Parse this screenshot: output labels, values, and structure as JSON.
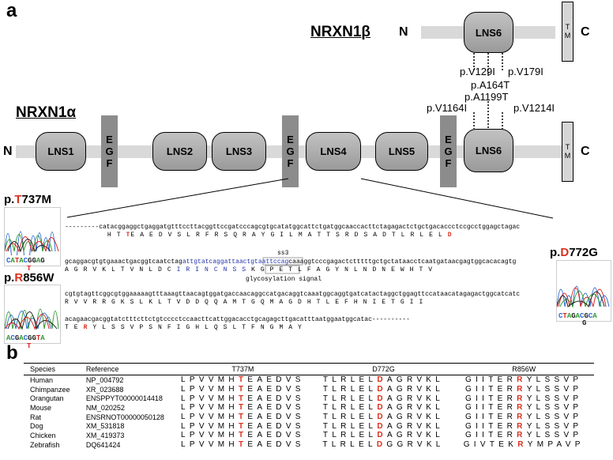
{
  "panel_a": {
    "letter": "a",
    "beta": {
      "title_prefix": "NRXN1",
      "title_greek": "β",
      "n_term": "N",
      "c_term": "C",
      "domain": "LNS6",
      "tm": [
        "T",
        "M"
      ],
      "variants": [
        "p.V129I",
        "p.A164T",
        "p.V179I"
      ]
    },
    "alpha": {
      "title_prefix": "NRXN1",
      "title_greek": "α",
      "n_term": "N",
      "c_term": "C",
      "domains": [
        "LNS1",
        "LNS2",
        "LNS3",
        "LNS4",
        "LNS5",
        "LNS6"
      ],
      "egf": [
        "E",
        "G",
        "F"
      ],
      "tm": [
        "T",
        "M"
      ],
      "variants": [
        "p.A1199T",
        "p.V1164I",
        "p.V1214I"
      ]
    },
    "mutations": {
      "t737m": {
        "prefix": "p.",
        "ref": "T",
        "rest": "737M",
        "bases": [
          "C",
          "A",
          "T",
          "A",
          "C",
          "G",
          "G",
          "A",
          "G"
        ],
        "alt": "T"
      },
      "r856w": {
        "prefix": "p.",
        "ref": "R",
        "rest": "856W",
        "bases": [
          "A",
          "C",
          "G",
          "A",
          "C",
          "G",
          "G",
          "T",
          "A"
        ],
        "alt": "T"
      },
      "d772g": {
        "prefix": "p.",
        "ref": "D",
        "rest": "772G",
        "bases": [
          "C",
          "T",
          "A",
          "G",
          "A",
          "C",
          "G",
          "C",
          "A"
        ],
        "alt": "G"
      }
    },
    "sequence": {
      "line1_nt": "---------catacggaggctgaggatgtttccttacggttccgatcccagcgtgcatatggcattctgatggcaaccacttctagagactctgctgacaccctccgcctggagctagac",
      "line1_aa": [
        " ",
        "H T ",
        "E A E D V S L R F R S Q R A Y G I L M A T T S R D S A D T L R L E L ",
        "D"
      ],
      "line2_nt": [
        "gcaggacgtgtgaaactgacggtcaatctag",
        "attgtatcaggattaactgtaattccag",
        "caaaggtcccgagactctttttgctgctataacctcaatgataacgagtggcacacagtg"
      ],
      "line2_aa_pre": "A G R V K L T V N L D C ",
      "line2_aa_mid": "I R I N C ",
      "line2_aa_nss": "N S S",
      "line2_aa_post": " K G P E T L F A G Y N L N D N E W H T V",
      "ss3": "ss3",
      "glyco": "glycosylation signal",
      "line3_nt": "cgtgtagttcggcgtggaaaaagtttaaagttaacagtggatgaccaacaggccatgacaggtcaaatggcaggtgatcatactaggctggagttccataacatagagactggcatcatc",
      "line3_aa": "R V V R R G K S L K L T V D D Q Q A M T G Q M A G D H T L E F H N I E T G I I",
      "line4_nt": "acagaacgacggtatctttcttctgtcccctccaacttcattggacacctgcagagcttgacatttaatggaatggcatac----------",
      "line4_aa": [
        "T E ",
        "R",
        " Y L S S V P S N F I G H L Q S L T F N G M A Y"
      ]
    }
  },
  "panel_b": {
    "letter": "b",
    "headers": [
      "Species",
      "Reference",
      "T737M",
      "D772G",
      "R856W"
    ],
    "rows": [
      {
        "species": "Human",
        "ref": "NP_004792",
        "s1": [
          "LPVVMH",
          "T",
          "EAEDVS"
        ],
        "s2": [
          "TLRLEL",
          "D",
          "AGRVKL"
        ],
        "s3": [
          "GIITER",
          "R",
          "YLSSVP"
        ]
      },
      {
        "species": "Chimpanzee",
        "ref": "XR_023688",
        "s1": [
          "LPVVMH",
          "T",
          "EAEDVS"
        ],
        "s2": [
          "TLRLEL",
          "D",
          "AGRVKL"
        ],
        "s3": [
          "GIITER",
          "R",
          "YLSSVP"
        ]
      },
      {
        "species": "Orangutan",
        "ref": "ENSPPYT00000014418",
        "s1": [
          "LPVVMH",
          "T",
          "EAEDVS"
        ],
        "s2": [
          "TLRLEL",
          "D",
          "AGRVKL"
        ],
        "s3": [
          "GIITER",
          "R",
          "YLSSVP"
        ]
      },
      {
        "species": "Mouse",
        "ref": "NM_020252",
        "s1": [
          "LPVVMH",
          "T",
          "EAEDVS"
        ],
        "s2": [
          "TLRLEL",
          "D",
          "AGRVKL"
        ],
        "s3": [
          "GIITER",
          "R",
          "YLSSVP"
        ]
      },
      {
        "species": "Rat",
        "ref": "ENSRNOT00000050128",
        "s1": [
          "LPVVMH",
          "T",
          "EAEDVS"
        ],
        "s2": [
          "TLRLEL",
          "D",
          "AGRVKL"
        ],
        "s3": [
          "GIITER",
          "R",
          "YLSSVP"
        ]
      },
      {
        "species": "Dog",
        "ref": "XM_531818",
        "s1": [
          "LPVVMH",
          "T",
          "EAEDVS"
        ],
        "s2": [
          "TLRLEL",
          "D",
          "AGRVKL"
        ],
        "s3": [
          "GIITER",
          "R",
          "YLSSVP"
        ]
      },
      {
        "species": "Chicken",
        "ref": "XM_419373",
        "s1": [
          "LPVVMH",
          "T",
          "EAEDVS"
        ],
        "s2": [
          "TLRLEL",
          "D",
          "AGRVKL"
        ],
        "s3": [
          "GIITER",
          "R",
          "YLSSVP"
        ]
      },
      {
        "species": "Zebrafish",
        "ref": "DQ641424",
        "s1": [
          "LPVVMH",
          "T",
          "EAEDVS"
        ],
        "s2": [
          "TLRLEL",
          "D",
          "GGRVKL"
        ],
        "s3": [
          "GIVTEK",
          "R",
          "YMPAVP"
        ]
      }
    ]
  }
}
